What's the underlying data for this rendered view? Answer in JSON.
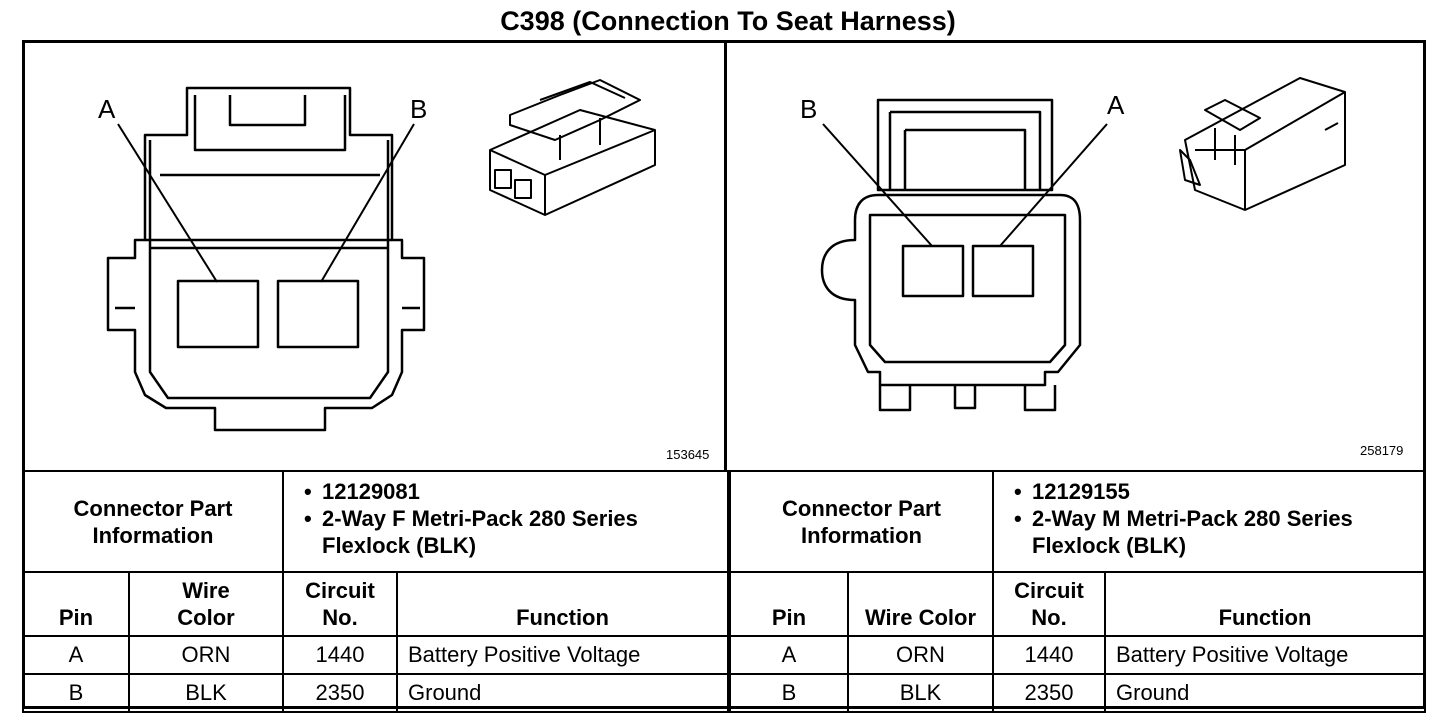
{
  "title": "C398 (Connection To Seat Harness)",
  "left": {
    "figure_no": "153645",
    "pin_label_a": "A",
    "pin_label_b": "B",
    "connector_part_label_line1": "Connector Part",
    "connector_part_label_line2": "Information",
    "part_number": "12129081",
    "description_line1": "2-Way F Metri-Pack 280 Series",
    "description_line2": "Flexlock (BLK)",
    "headers": {
      "pin": "Pin",
      "wire_line1": "Wire",
      "wire_line2": "Color",
      "circuit_line1": "Circuit",
      "circuit_line2": "No.",
      "function": "Function"
    },
    "rows": [
      {
        "pin": "A",
        "wire_color": "ORN",
        "circuit": "1440",
        "function": "Battery Positive Voltage"
      },
      {
        "pin": "B",
        "wire_color": "BLK",
        "circuit": "2350",
        "function": "Ground"
      }
    ]
  },
  "right": {
    "figure_no": "258179",
    "pin_label_a": "A",
    "pin_label_b": "B",
    "connector_part_label_line1": "Connector Part",
    "connector_part_label_line2": "Information",
    "part_number": "12129155",
    "description_line1": "2-Way M Metri-Pack 280 Series",
    "description_line2": "Flexlock (BLK)",
    "headers": {
      "pin": "Pin",
      "wire_color": "Wire Color",
      "circuit_line1": "Circuit",
      "circuit_line2": "No.",
      "function": "Function"
    },
    "rows": [
      {
        "pin": "A",
        "wire_color": "ORN",
        "circuit": "1440",
        "function": "Battery Positive Voltage"
      },
      {
        "pin": "B",
        "wire_color": "BLK",
        "circuit": "2350",
        "function": "Ground"
      }
    ]
  }
}
